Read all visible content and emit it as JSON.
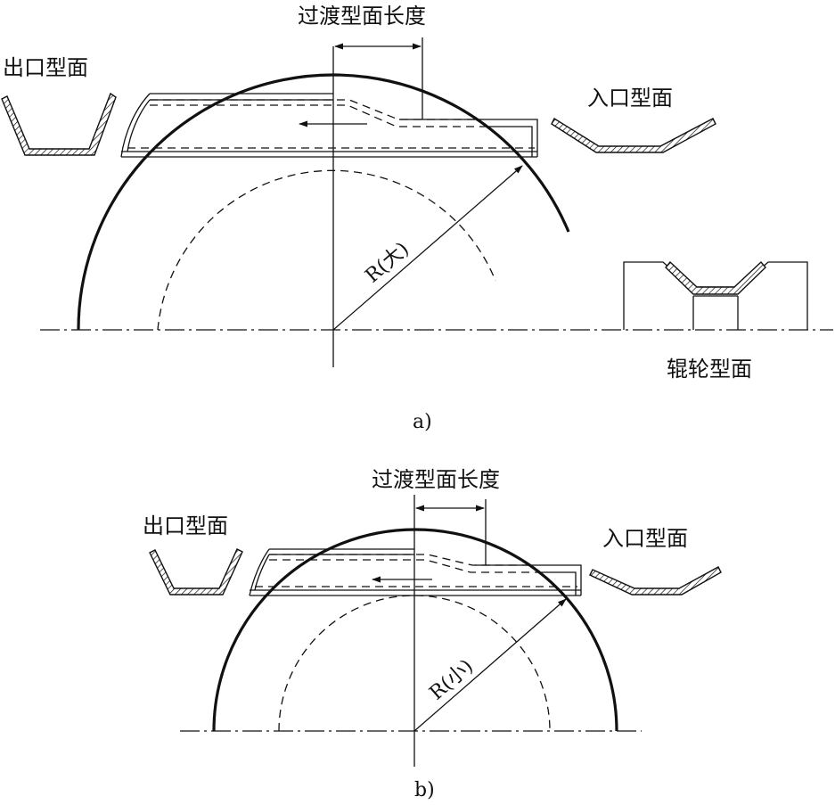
{
  "panel_a": {
    "transition_length_label": "过渡型面长度",
    "exit_profile_label": "出口型面",
    "entry_profile_label": "入口型面",
    "roller_profile_label": "辊轮型面",
    "radius_label": "R(大)",
    "caption": "a)"
  },
  "panel_b": {
    "transition_length_label": "过渡型面长度",
    "exit_profile_label": "出口型面",
    "entry_profile_label": "入口型面",
    "radius_label": "R(小)",
    "caption": "b)"
  }
}
